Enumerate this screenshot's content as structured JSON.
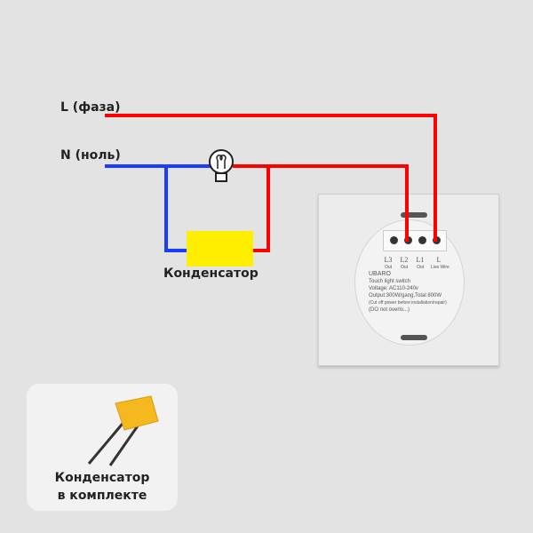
{
  "labels": {
    "line_l": "L (фаза)",
    "line_n": "N (ноль)",
    "capacitor": "Конденсатор"
  },
  "switch": {
    "terminals": [
      {
        "name": "L3",
        "sub": "Out"
      },
      {
        "name": "L2",
        "sub": "Out"
      },
      {
        "name": "L1",
        "sub": "Out"
      },
      {
        "name": "L",
        "sub": "Live Wire"
      }
    ],
    "brand": "UBARO",
    "lines": [
      "Touch light switch",
      "Voltage: AC110-240v",
      "Output:300W/gang,Total 800W",
      "(Cut off power before installation/repair)",
      "(DO not overlo...)"
    ]
  },
  "inset": {
    "line1": "Конденсатор",
    "line2": "в комплекте"
  },
  "colors": {
    "phase": "#ff0000",
    "neutral": "#1a3cff",
    "capacitor": "#ffee00"
  }
}
